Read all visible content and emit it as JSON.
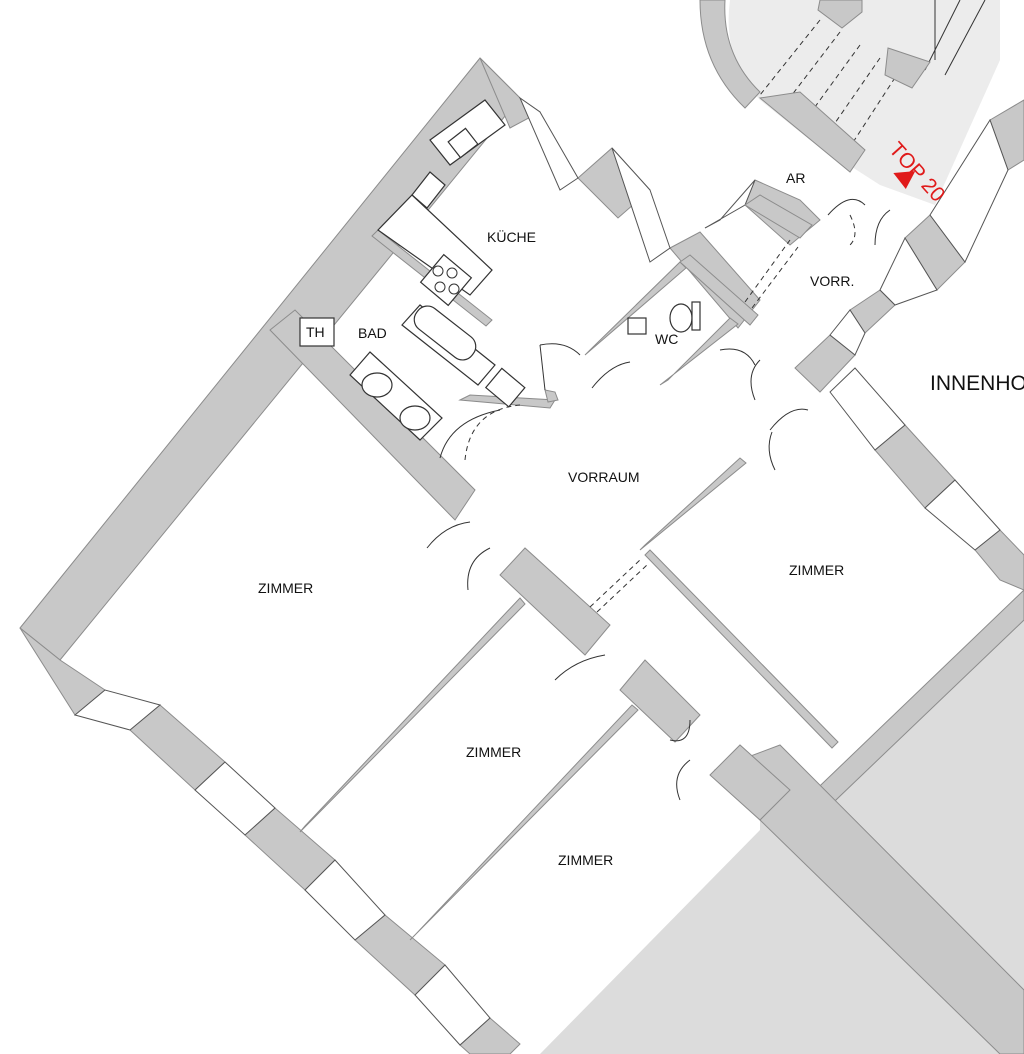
{
  "plan": {
    "rooms": {
      "kueche": "KÜCHE",
      "bad": "BAD",
      "th": "TH",
      "wc": "WC",
      "ar": "AR",
      "vorr": "VORR.",
      "vorraum": "VORRAUM",
      "zimmer_large": "ZIMMER",
      "zimmer_right": "ZIMMER",
      "zimmer_middle": "ZIMMER",
      "zimmer_bottom": "ZIMMER"
    },
    "courtyard": "INNENHOF",
    "unit_marker": "TOP 20",
    "colors": {
      "wall": "#c8c8c8",
      "neighbor": "#dcdcdc",
      "stair": "#ececec",
      "marker": "#e01a1a"
    }
  }
}
